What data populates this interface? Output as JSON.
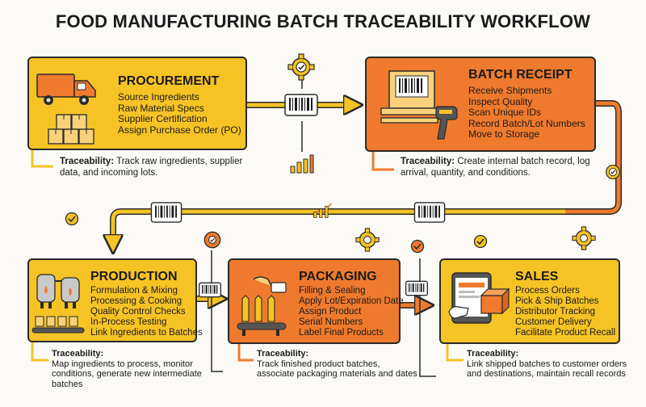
{
  "title": "FOOD MANUFACTURING BATCH TRACEABILITY WORKFLOW",
  "stages": {
    "procurement": {
      "title": "PROCUREMENT",
      "items": [
        "Source Ingredients",
        "Raw Material Specs",
        "Supplier Certification",
        "Assign Purchase Order (PO)"
      ],
      "trace_label": "Traceability:",
      "trace_text": "Track raw ingredients, supplier data, and incoming lots."
    },
    "batch_receipt": {
      "title": "BATCH RECEIPT",
      "items": [
        "Receive Shipments",
        "Inspect Quality",
        "Scan Unique IDs",
        "Record Batch/Lot Numbers",
        "Move to Storage"
      ],
      "trace_label": "Traceability:",
      "trace_text": "Create internal batch record, log arrival, quantity, and conditions."
    },
    "production": {
      "title": "PRODUCTION",
      "items": [
        "Formulation & Mixing",
        "Processing & Cooking",
        "Quality Control Checks",
        "In-Process Testing",
        "Link Ingredients to Batches"
      ],
      "trace_label": "Traceability:",
      "trace_text": "Map ingredients to process, monitor conditions, generate new intermediate batches"
    },
    "packaging": {
      "title": "PACKAGING",
      "items": [
        "Filling & Sealing",
        "Apply Lot/Expiration Date",
        "Assign Product",
        "Serial Numbers",
        "Label Final Products"
      ],
      "trace_label": "Traceability:",
      "trace_text": "Track finished product batches, associate packaging materials and dates"
    },
    "sales": {
      "title": "SALES",
      "items": [
        "Process Orders",
        "Pick & Ship Batches",
        "Distributor Tracking",
        "Customer Delivery",
        "Facilitate Product Recall"
      ],
      "trace_label": "Traceability:",
      "trace_text": "Link shipped batches to customer orders and destinations, maintain recall records"
    }
  },
  "colors": {
    "yellow": "#f6c325",
    "orange": "#ef7a2d",
    "outline": "#2a2a2a",
    "background": "#fbfaf6"
  },
  "icons": [
    "truck-icon",
    "boxes-icon",
    "barcode-icon",
    "scanner-icon",
    "gear-icon",
    "checkmark-icon",
    "tanks-icon",
    "conveyor-bottles-icon",
    "tablet-icon",
    "bar-chart-icon"
  ]
}
